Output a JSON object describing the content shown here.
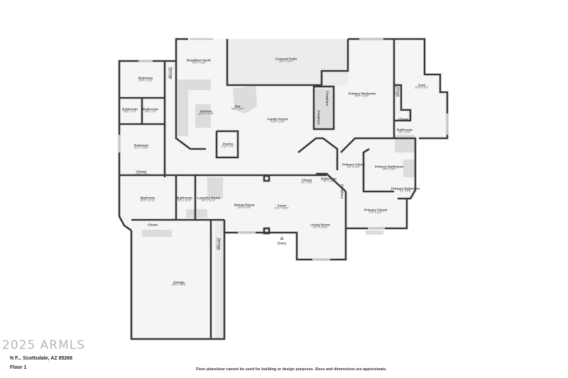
{
  "plan": {
    "floor_label": "Floor 1",
    "address": "N F... Scottsdale, AZ 85266",
    "watermark": "2025 ARMLS",
    "disclaimer": "Floor plans/tour cannot be used for building or design purposes. Sizes and dimensions are approximate.",
    "colors": {
      "wall": "#3a3a3a",
      "floor": "#f5f5f5",
      "fixture": "#dcdcdc",
      "window": "#cfcfcf"
    },
    "rooms": [
      {
        "name": "Breakfast Nook",
        "dim": "14'0\" x 13'8\""
      },
      {
        "name": "Covered Patio",
        "dim": "36'0\" x 13'7\""
      },
      {
        "name": "Bedroom",
        "dim": "10'4\" x 12'8\""
      },
      {
        "name": "Storage",
        "dim": "4'4\" x 4'0\""
      },
      {
        "name": "Bathroom",
        "dim": "4'11\" x 7'2\""
      },
      {
        "name": "Bathroom",
        "dim": "5'6\" x 7'2\""
      },
      {
        "name": "Kitchen",
        "dim": "15'10\" x 17'6\""
      },
      {
        "name": "Bar",
        "dim": "8'6\" x 12'0\""
      },
      {
        "name": "Family Room",
        "dim": "22'8\" x 19'6\""
      },
      {
        "name": "Pantry",
        "dim": "6'11\" x 7'2\""
      },
      {
        "name": "Bedroom",
        "dim": "11'7\" x 10'3\""
      },
      {
        "name": "Closet",
        "dim": "11'7\" x 2'6\""
      },
      {
        "name": "Primary Bedroom",
        "dim": "20'7\" x 12'9\""
      },
      {
        "name": "Fireplace",
        "dim": ""
      },
      {
        "name": "Fireplace",
        "dim": ""
      },
      {
        "name": "Gym",
        "dim": "10'9\" x 20'7\""
      },
      {
        "name": "Closet",
        "dim": "3'7\" x 8'7\""
      },
      {
        "name": "Closet",
        "dim": ""
      },
      {
        "name": "Bathroom",
        "dim": "5'1\" x 5'2\""
      },
      {
        "name": "Primary Closet",
        "dim": "8'9\" x 14'2\""
      },
      {
        "name": "Primary Bathroom",
        "dim": "14'6\" x 16'2\""
      },
      {
        "name": "Primary Bathroom",
        "dim": "5'1\" x 5'5\""
      },
      {
        "name": "Bathroom",
        "dim": "4'0\" x 6'6\""
      },
      {
        "name": "Closet",
        "dim": "4'1\" x 2'9\""
      },
      {
        "name": "Bedroom",
        "dim": "16'3\" x 11'11\""
      },
      {
        "name": "Bathroom",
        "dim": "5'8\" x 11'11\""
      },
      {
        "name": "Laundry Room",
        "dim": "8'8\" x 11'11\""
      },
      {
        "name": "Dining Room",
        "dim": "11'5\" x 10'8\""
      },
      {
        "name": "Foyer",
        "dim": "8'11\" x 16'0\""
      },
      {
        "name": "Living Room",
        "dim": "14'2\" x 20'11\""
      },
      {
        "name": "Primary Closet",
        "dim": "17'2\" x 11'2\""
      },
      {
        "name": "Fireplace",
        "dim": ""
      },
      {
        "name": "Closet",
        "dim": ""
      },
      {
        "name": "Storage",
        "dim": "3'2\" x 13'0\""
      },
      {
        "name": "Entry",
        "dim": ""
      },
      {
        "name": "Garage",
        "dim": "30'1\" x 24'4\""
      }
    ]
  }
}
